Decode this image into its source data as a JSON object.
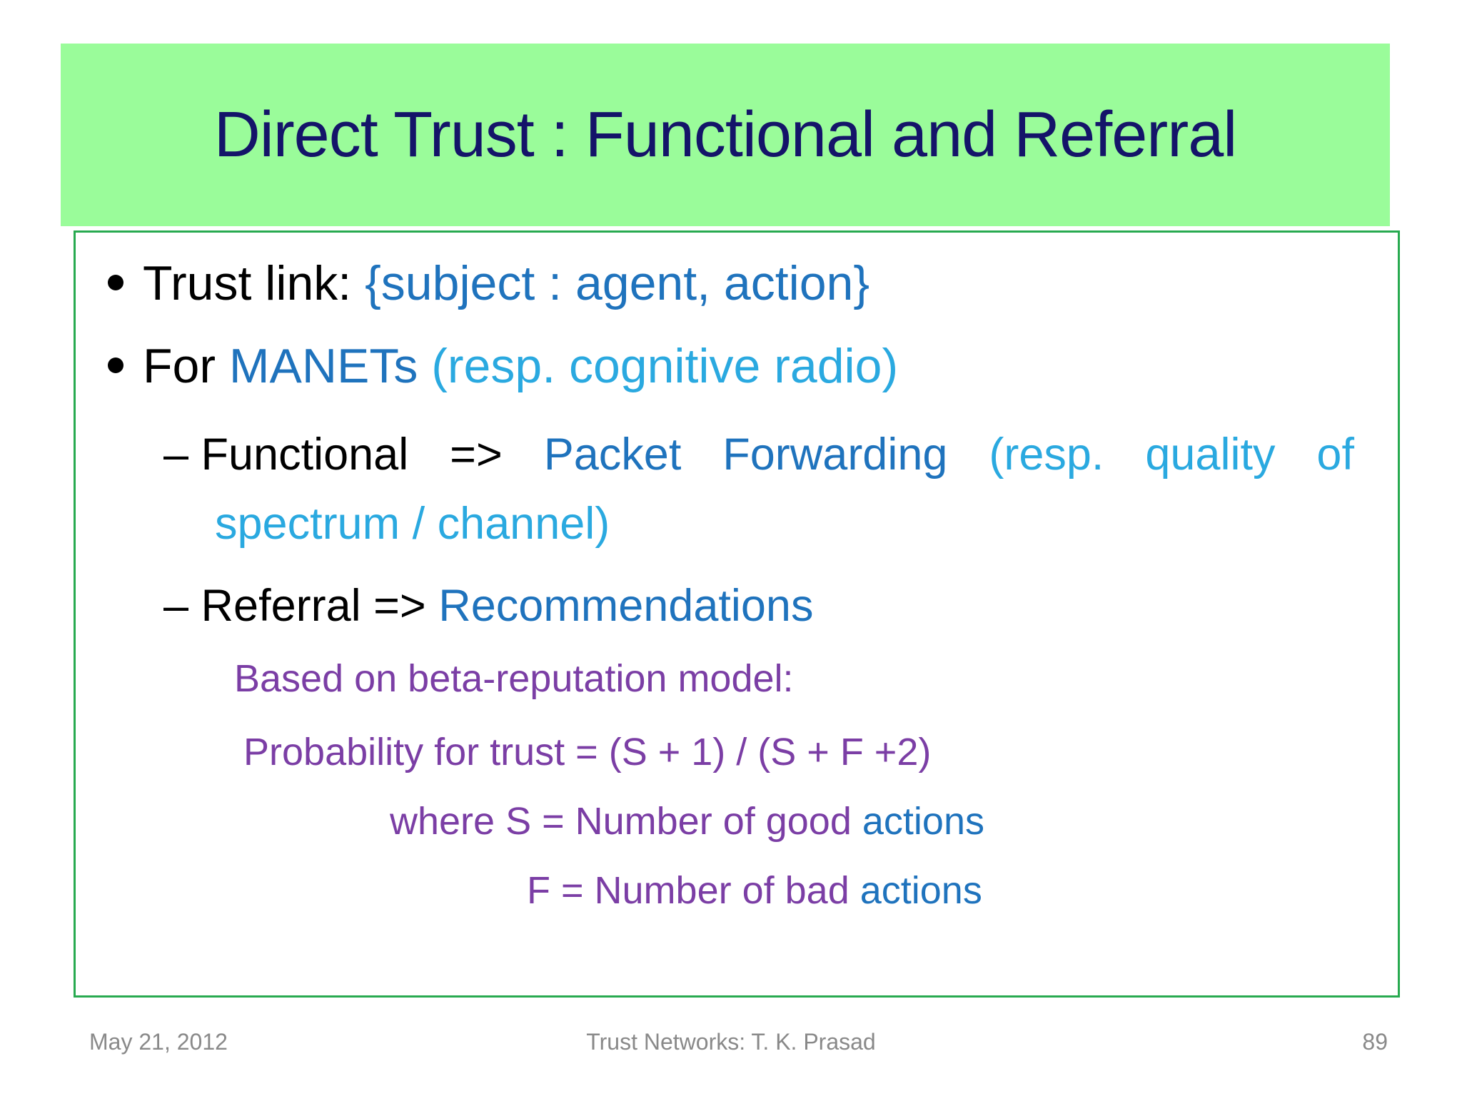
{
  "title": "Direct Trust : Functional and Referral",
  "content": {
    "trust_link": {
      "label": "Trust link: ",
      "value": "{subject : agent, action}"
    },
    "manets": {
      "prefix": "For ",
      "term": "MANETs ",
      "paren": "(resp. cognitive radio)"
    },
    "functional": {
      "words": [
        {
          "text": "– Functional"
        },
        {
          "text": "=>"
        },
        {
          "text": "Packet"
        },
        {
          "text": "Forwarding"
        },
        {
          "text": "(resp."
        },
        {
          "text": "quality"
        },
        {
          "text": "of"
        }
      ],
      "line2": "spectrum / channel)"
    },
    "referral": {
      "label": "– Referral => ",
      "value": "Recommendations"
    },
    "beta_model_line": "Based on beta-reputation model:",
    "probability_line": "Probability for trust = (S + 1) / (S + F +2)",
    "where_s": {
      "prefix": "where S = Number of good ",
      "term": "actions"
    },
    "where_f": {
      "prefix": "F = Number of bad ",
      "term": "actions"
    }
  },
  "footer": {
    "date": "May 21, 2012",
    "center": "Trust Networks: T. K. Prasad",
    "page_number": "89"
  },
  "colors": {
    "header_green": "#9AFC9A",
    "title_navy": "#141469",
    "box_border_green": "#28AA50",
    "medium_blue": "#1F73BD",
    "light_blue": "#2AA9E0",
    "purple": "#7B3EA5",
    "body_black": "#000000",
    "footer_gray": "#898989"
  }
}
